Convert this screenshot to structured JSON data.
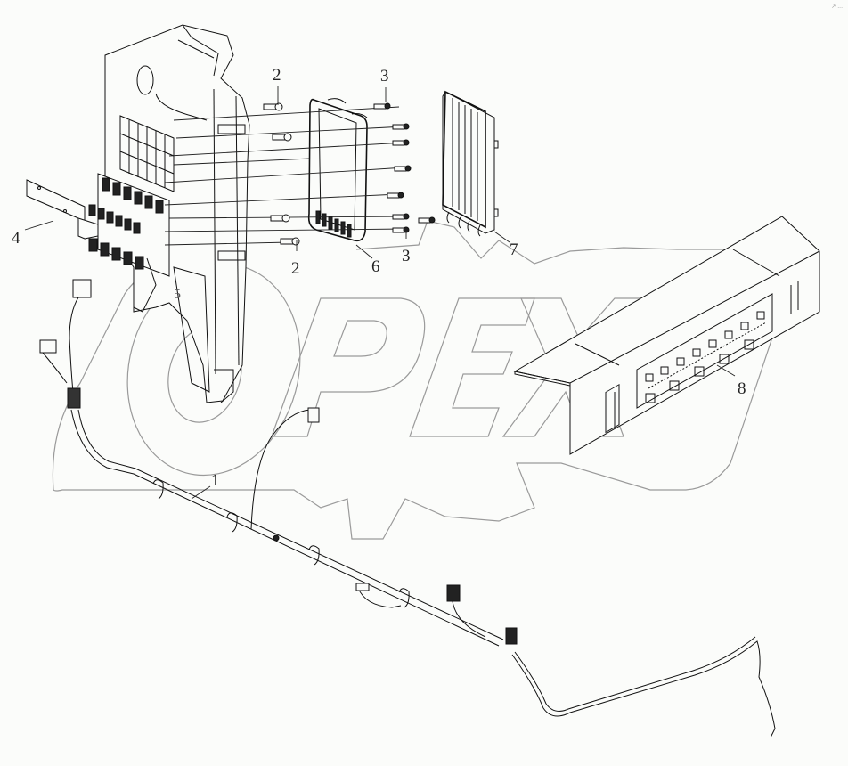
{
  "diagram": {
    "type": "exploded-parts-view",
    "watermark": "OPEX",
    "corner_mark": "↗ ..."
  },
  "callouts": [
    {
      "id": "c1",
      "label": "1",
      "part": "wiring-harness"
    },
    {
      "id": "c2a",
      "label": "2",
      "part": "bolt-upper"
    },
    {
      "id": "c2b",
      "label": "2",
      "part": "bolt-lower"
    },
    {
      "id": "c3a",
      "label": "3",
      "part": "screw-upper"
    },
    {
      "id": "c3b",
      "label": "3",
      "part": "screw-lower"
    },
    {
      "id": "c4",
      "label": "4",
      "part": "mounting-bracket"
    },
    {
      "id": "c5",
      "label": "5",
      "part": "side-panel"
    },
    {
      "id": "c6",
      "label": "6",
      "part": "fuse-box-frame"
    },
    {
      "id": "c7",
      "label": "7",
      "part": "fuse-box-cover"
    },
    {
      "id": "c8",
      "label": "8",
      "part": "fuse-label-decal"
    }
  ]
}
